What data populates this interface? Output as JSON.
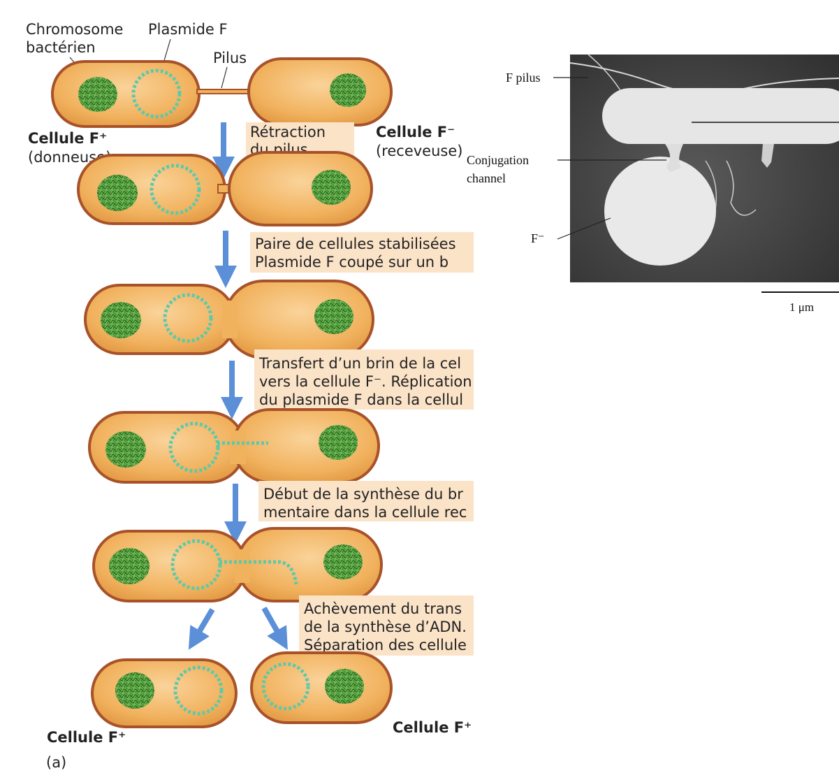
{
  "panel_a": {
    "labels": {
      "chromosome_line1": "Chromosome",
      "chromosome_line2": "bactérien",
      "plasmid": "Plasmide F",
      "pilus": "Pilus",
      "donor_title": "Cellule F⁺",
      "donor_sub": "(donneuse)",
      "recipient_title": "Cellule F⁻",
      "recipient_sub": "(receveuse)",
      "final_left": "Cellule F⁺",
      "final_right": "Cellule F⁺",
      "panel_letter": "(a)"
    },
    "steps": [
      {
        "lines": [
          "Rétraction",
          "du pilus"
        ]
      },
      {
        "lines": [
          "Paire de cellules stabilisées",
          "Plasmide F coupé sur un b"
        ]
      },
      {
        "lines": [
          "Transfert d’un brin de la cel",
          "vers la cellule F⁻. Réplication",
          "du plasmide F dans la cellul"
        ]
      },
      {
        "lines": [
          "Début de la synthèse du br",
          "mentaire dans la cellule rec"
        ]
      },
      {
        "lines": [
          "Achèvement du trans",
          "de la synthèse d’ADN.",
          "Séparation des cellule"
        ]
      }
    ],
    "colors": {
      "cell_outline": "#a8522a",
      "cell_fill": "#f4b865",
      "chromosome": "#3c8a2e",
      "plasmid": "#5ec9a8",
      "arrow": "#5b8fd8",
      "step_box": "#fbe3c8"
    }
  },
  "panel_b": {
    "labels": {
      "f_pilus": "F pilus",
      "conjugation_line1": "Conjugation",
      "conjugation_line2": "channel",
      "f_minus": "F⁻",
      "scale": "1 μm"
    }
  }
}
